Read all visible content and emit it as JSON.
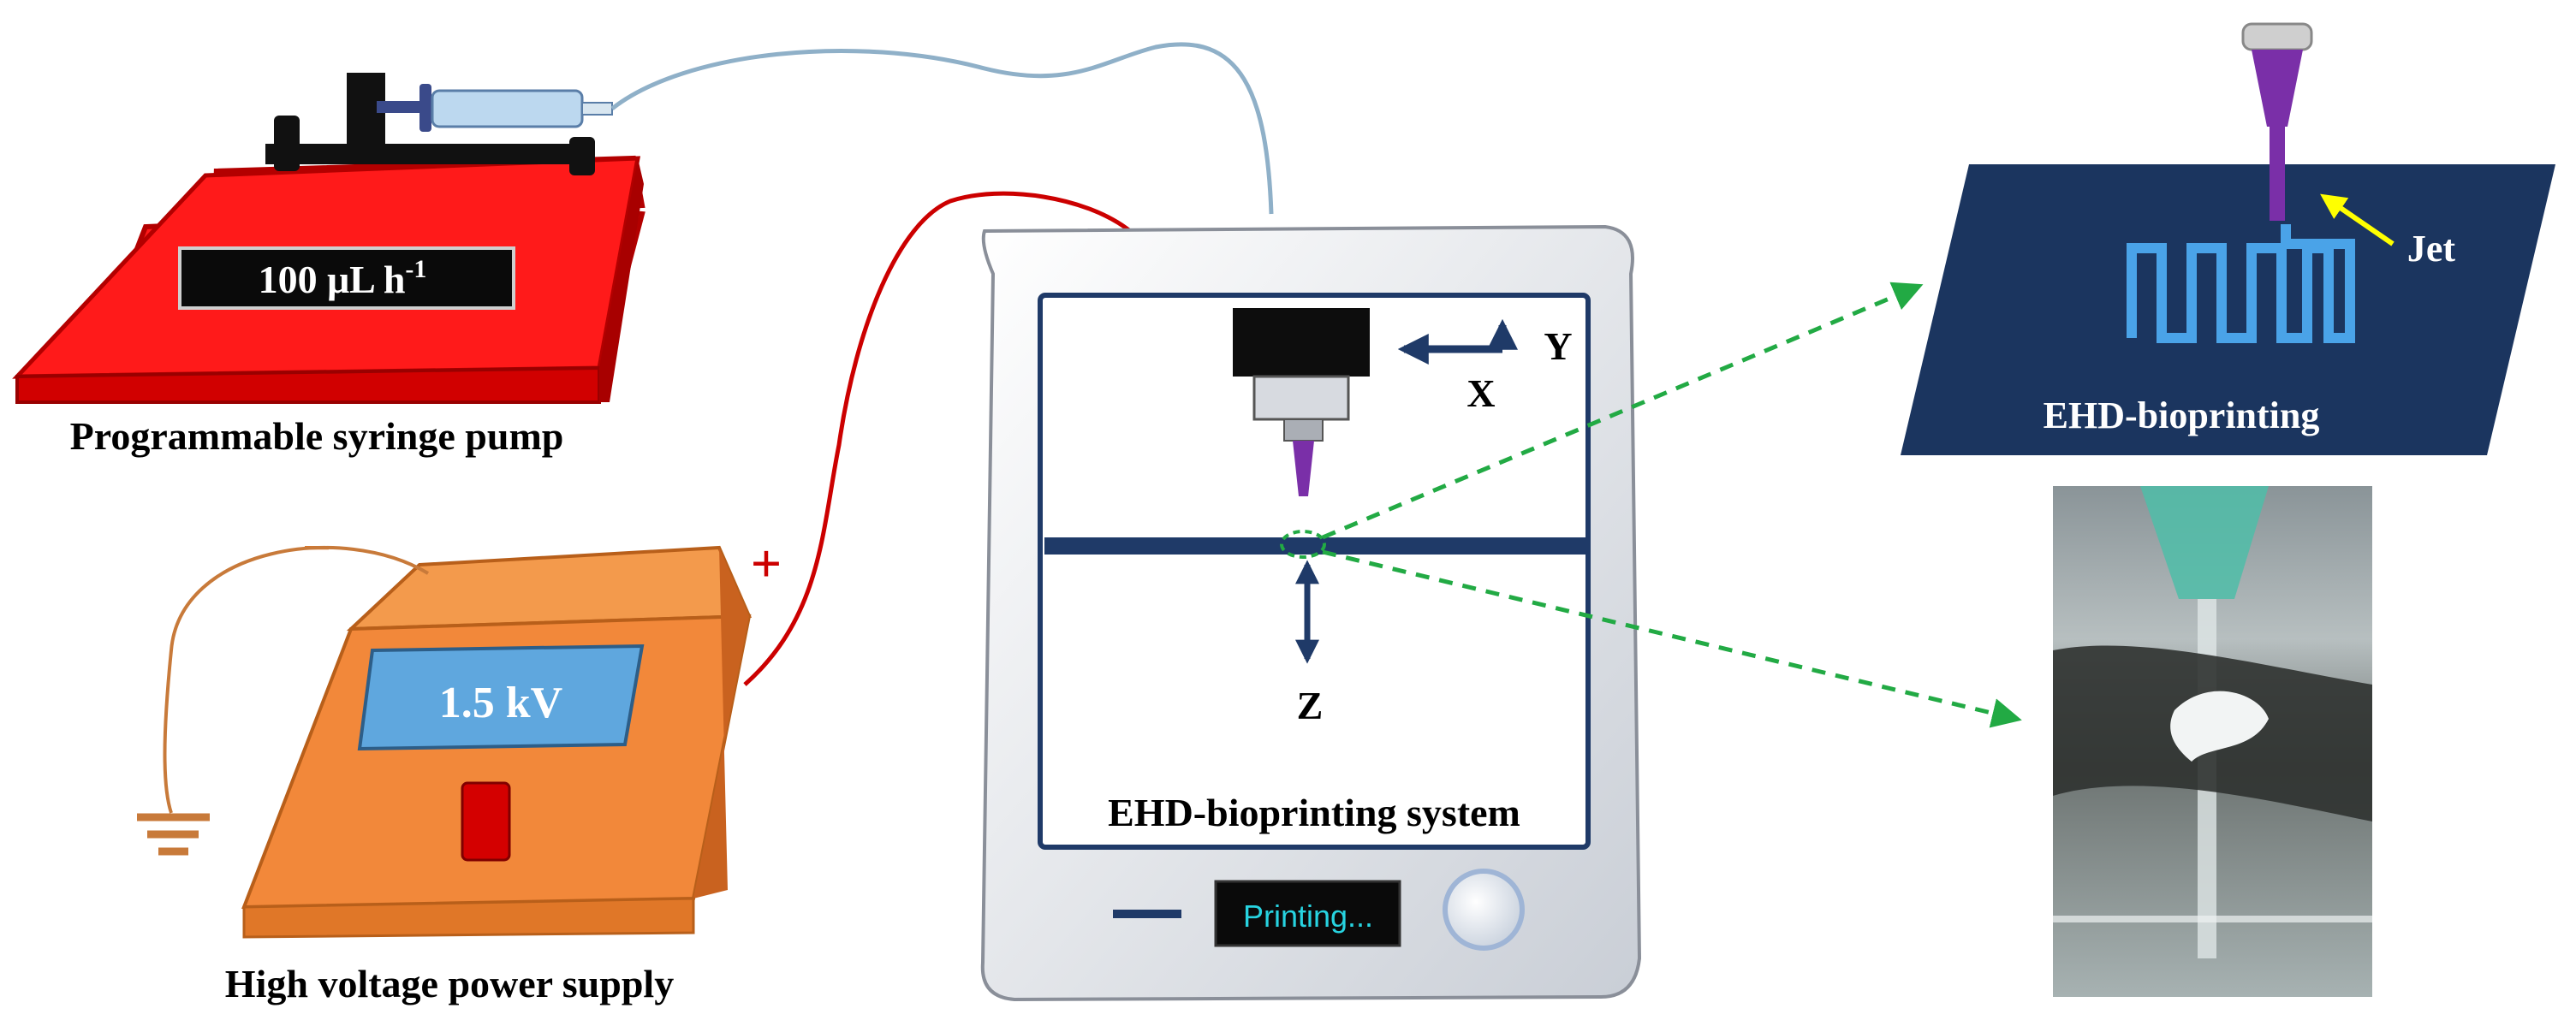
{
  "pump": {
    "label": "Programmable syringe pump",
    "display_rate": "100 μL h",
    "display_superscript": "-1",
    "color_body": "#ff0000",
    "color_dark": "#b30000"
  },
  "power_supply": {
    "label": "High voltage power supply",
    "display_voltage": "1.5 kV",
    "positive_symbol": "+",
    "negative_symbol": "−",
    "color_body": "#f28a3a"
  },
  "printer": {
    "system_label": "EHD-bioprinting system",
    "axis_x": "X",
    "axis_y": "Y",
    "axis_z": "Z",
    "status_display": "Printing...",
    "status_color": "#27d3e0"
  },
  "inset": {
    "label": "EHD-bioprinting",
    "jet_label": "Jet",
    "panel_color": "#1b355f",
    "pattern_color": "#4aa3e8",
    "nozzle_color": "#7a2fa8",
    "jet_arrow_color": "#ffff00"
  },
  "connectors": {
    "tube_color": "#8fb0c8",
    "hv_wire_color": "#cc0000",
    "ground_wire_color": "#c87a3a",
    "zoom_arrow_color": "#22aa44"
  }
}
